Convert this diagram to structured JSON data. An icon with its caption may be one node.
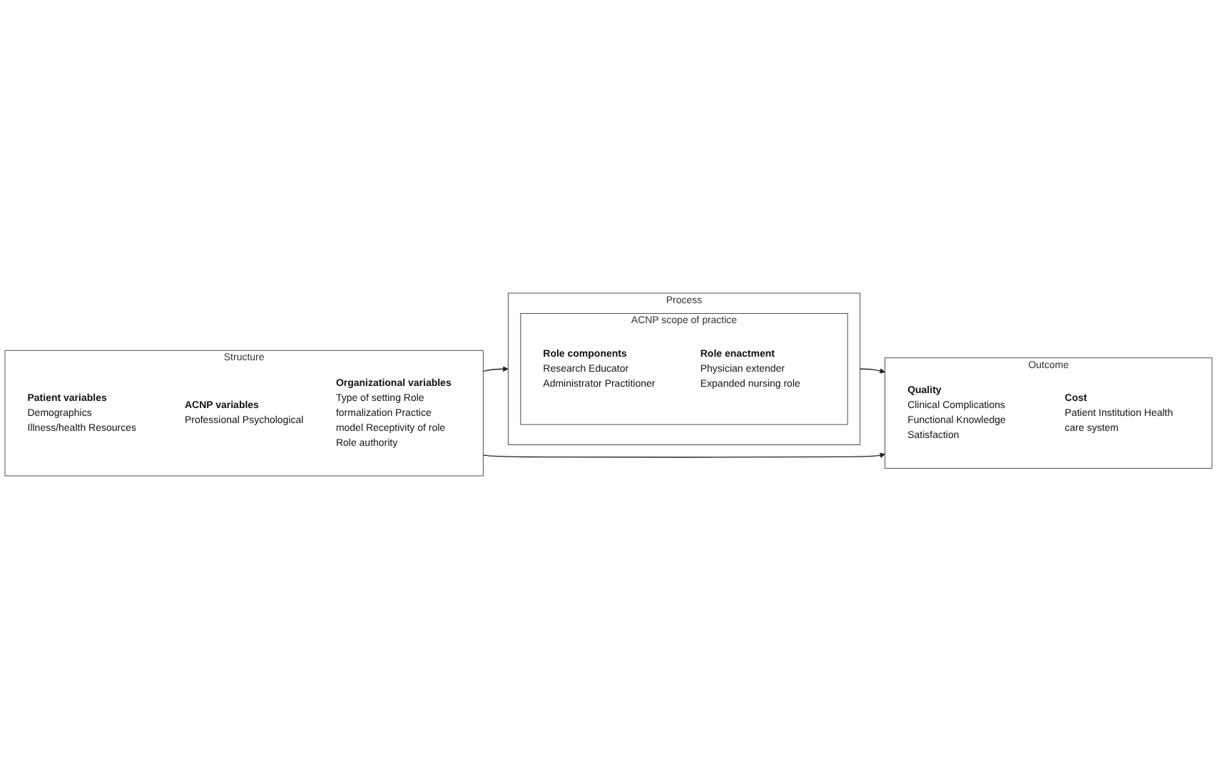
{
  "diagram": {
    "nodes": [
      {
        "text": [
          "Structure"
        ]
      },
      {
        "text": [
          "Patient variables",
          "Demographics Illness/health Resources"
        ],
        "in": 0
      },
      {
        "text": [
          "ACNP variables",
          "Professional Psychological"
        ],
        "in": 0
      },
      {
        "text": [
          "Organizational variables",
          "Type of setting Role formalization Practice model Receptivity of role Role authority"
        ],
        "in": 0
      },
      {
        "text": [
          "Process"
        ]
      },
      {
        "text": [
          "ACNP scope of practice"
        ],
        "in": 4
      },
      {
        "text": [
          "Role components",
          "Research Educator Administrator Practitioner"
        ],
        "in": 5
      },
      {
        "text": [
          "Role enactment",
          "Physician extender Expanded nursing role"
        ],
        "in": 5
      },
      {
        "text": [
          "Outcome"
        ]
      },
      {
        "text": [
          "Quality",
          "Clinical Complications Functional Knowledge Satisfaction"
        ],
        "in": 8
      },
      {
        "text": [
          "Cost",
          "Patient Institution Health care system"
        ],
        "in": 8
      }
    ],
    "edges": [
      {
        "from": 0,
        "to": 4,
        "arrow": "to"
      },
      {
        "from": 4,
        "to": 8,
        "arrow": "to"
      },
      {
        "from": 0,
        "to": 8,
        "arrow": "to"
      }
    ]
  }
}
